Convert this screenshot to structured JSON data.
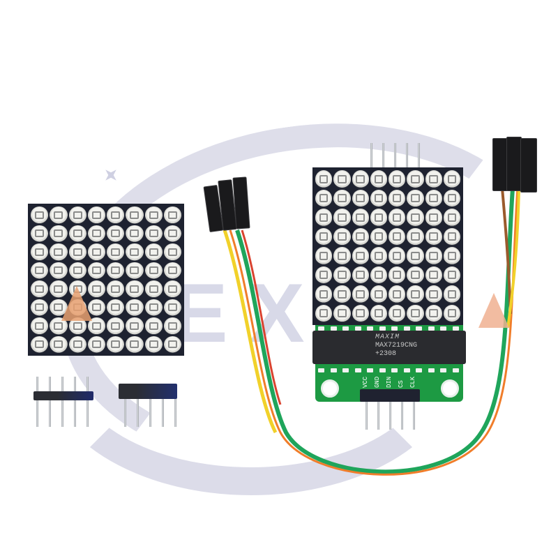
{
  "watermark": {
    "text": "ITEX",
    "color": "#d2d3e5"
  },
  "product": {
    "module_chip": {
      "brand": "MAXIM",
      "part": "MAX7219CNG",
      "code": "+2308"
    },
    "pin_labels": [
      "VCC",
      "GND",
      "DIN",
      "CS",
      "CLK"
    ],
    "led_matrix_size": "8x8",
    "colors": {
      "pcb": "#1d9a43",
      "matrix_body": "#1e2230",
      "wire_green": "#1fa55b",
      "wire_yellow": "#f1d12a",
      "wire_orange": "#f07d2a",
      "wire_red": "#d9432f",
      "wire_brown": "#9a5a2c"
    }
  }
}
